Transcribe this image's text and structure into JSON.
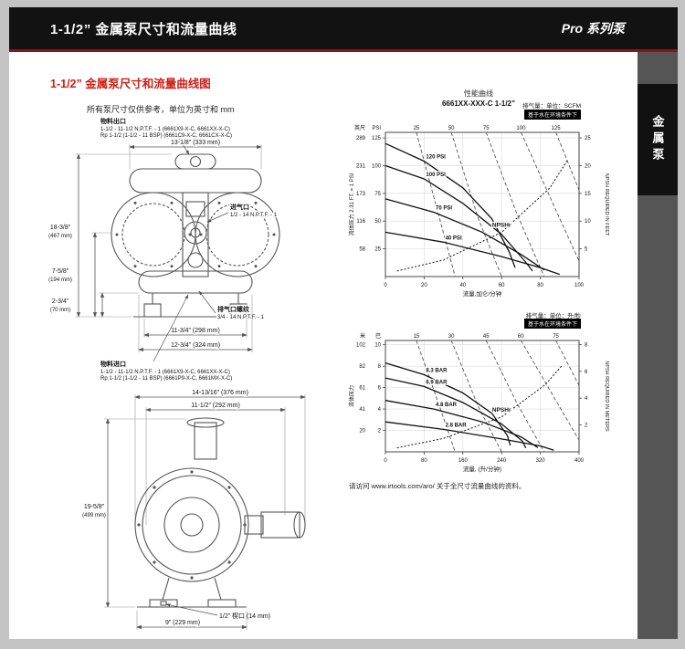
{
  "header": {
    "title": "1-1/2” 金属泵尺寸和流量曲线",
    "series": "Pro 系列泵"
  },
  "side_tab": {
    "label": "金属泵"
  },
  "section": {
    "heading": "1-1/2” 金属泵尺寸和流量曲线图",
    "note": "所有泵尺寸仅供参考，单位为英寸和 mm",
    "footer_note": "请访问 www.irtools.com/aro/ 关于全尺寸流量曲线的资料。"
  },
  "diagram_front": {
    "callout_outlet_title": "物料出口",
    "callout_outlet_line1": "1-1/2 - 11-1/2 N.P.T.F. - 1 (6661X9-X-C, 6661XX-X-C)",
    "callout_outlet_line2": "Rp 1-1/2 (1-1/2 - 11 BSP) (6661C9-X-C, 6661CX-X-C)",
    "dim_top": "13-1/8” (333 mm)",
    "dim_height_in": "18-3/8”",
    "dim_height_mm": "(467 mm)",
    "dim_mid_in": "7-5/8”",
    "dim_mid_mm": "(194 mm)",
    "dim_low_in": "2-3/4”",
    "dim_low_mm": "(70 mm)",
    "callout_air_title": "进气口",
    "callout_air_spec": "1/2 - 14 N.P.T.F. - 1",
    "callout_exhaust_title": "排气口螺纹",
    "callout_exhaust_spec": "3/4 - 14 N.P.T.F. - 1",
    "dim_width1": "11-3/4” (298 mm)",
    "dim_width2": "12-3/4” (324 mm)",
    "callout_inlet_title": "物料进口",
    "callout_inlet_line1": "1-1/2 - 11-1/2 N.P.T.F. - 1 (6661X9-X-C, 6661XX-X-C)",
    "callout_inlet_line2": "Rp 1-1/2 (1-1/2 - 11 BSP) (6661P9-X-C, 6661MX-X-C)"
  },
  "diagram_side": {
    "dim_top": "14-13/16” (376 mm)",
    "dim_inner": "11-1/2” (292 mm)",
    "dim_height_in": "19-5/8”",
    "dim_height_mm": "(499 mm)",
    "callout_plug": "1/2” 楔口 (14 mm)",
    "dim_base": "9” (229 mm)"
  },
  "chart_data": [
    {
      "type": "line",
      "title": "性能曲线",
      "model": "6661XX-XXX-C  1-1/2”",
      "flow_unit_note": "排气量：单位：SCFM",
      "badge": "基于水在环境条件下",
      "x": {
        "label": "流量,加仑/分钟",
        "min": 0,
        "max": 100,
        "ticks": [
          0,
          20,
          40,
          60,
          80,
          100
        ]
      },
      "y": {
        "label": "流体压力 2.31 FT. = 1 PSI",
        "units": [
          "英尺",
          "PSI"
        ],
        "min": 0,
        "max": 130,
        "ticks": [
          {
            "v": 25,
            "alt": "58"
          },
          {
            "v": 50,
            "alt": "116"
          },
          {
            "v": 75,
            "alt": "173"
          },
          {
            "v": 100,
            "alt": "231"
          },
          {
            "v": 125,
            "alt": "289"
          }
        ]
      },
      "right": {
        "label": "NPSH REQUIRED IN FEET",
        "min": 0,
        "max": 26,
        "ticks": [
          5,
          10,
          15,
          20,
          25
        ]
      },
      "series": [
        {
          "label": "120 PSI",
          "pts": [
            [
              0,
              120
            ],
            [
              20,
              104
            ],
            [
              40,
              80
            ],
            [
              55,
              52
            ],
            [
              64,
              22
            ],
            [
              67,
              8
            ]
          ]
        },
        {
          "label": "100 PSI",
          "pts": [
            [
              0,
              100
            ],
            [
              20,
              88
            ],
            [
              40,
              66
            ],
            [
              60,
              38
            ],
            [
              72,
              14
            ],
            [
              76,
              5
            ]
          ]
        },
        {
          "label": "70 PSI",
          "pts": [
            [
              0,
              70
            ],
            [
              25,
              58
            ],
            [
              50,
              40
            ],
            [
              70,
              20
            ],
            [
              82,
              6
            ]
          ]
        },
        {
          "label": "40 PSI",
          "pts": [
            [
              0,
              40
            ],
            [
              30,
              31
            ],
            [
              60,
              18
            ],
            [
              80,
              8
            ],
            [
              90,
              2
            ]
          ]
        }
      ],
      "air_lines": [
        {
          "label": "25",
          "pts": [
            [
              16,
              130
            ],
            [
              28,
              52
            ],
            [
              36,
              0
            ]
          ]
        },
        {
          "label": "50",
          "pts": [
            [
              34,
              130
            ],
            [
              48,
              52
            ],
            [
              60,
              0
            ]
          ]
        },
        {
          "label": "75",
          "pts": [
            [
              52,
              130
            ],
            [
              68,
              56
            ],
            [
              82,
              0
            ]
          ]
        },
        {
          "label": "100",
          "pts": [
            [
              70,
              130
            ],
            [
              88,
              60
            ],
            [
              100,
              14
            ]
          ]
        },
        {
          "label": "125",
          "pts": [
            [
              88,
              130
            ],
            [
              100,
              78
            ]
          ]
        }
      ],
      "npsh": {
        "label": "NPSHr",
        "pts": [
          [
            6,
            1
          ],
          [
            30,
            3
          ],
          [
            60,
            8
          ],
          [
            85,
            16
          ],
          [
            94,
            21
          ]
        ]
      }
    },
    {
      "type": "line",
      "title": "",
      "model": "",
      "flow_unit_note": "排气量：单位：升/秒",
      "badge": "基于水在环境条件下",
      "x": {
        "label": "流量, (升/分钟)",
        "min": 0,
        "max": 400,
        "ticks": [
          0,
          80,
          160,
          240,
          320,
          400
        ]
      },
      "y": {
        "label": "流体压力",
        "units": [
          "米",
          "巴"
        ],
        "min": 0,
        "max": 10.4,
        "ticks": [
          {
            "v": 2,
            "alt": "20"
          },
          {
            "v": 4,
            "alt": "41"
          },
          {
            "v": 6,
            "alt": "61"
          },
          {
            "v": 8,
            "alt": "82"
          },
          {
            "v": 10,
            "alt": "102"
          }
        ]
      },
      "right": {
        "label": "NPSH REQUIRED IN METERS",
        "min": 0,
        "max": 8.3,
        "ticks": [
          2,
          4,
          6,
          8
        ]
      },
      "series": [
        {
          "label": "8.3 BAR",
          "pts": [
            [
              0,
              8.3
            ],
            [
              80,
              7.2
            ],
            [
              160,
              5.5
            ],
            [
              220,
              3.6
            ],
            [
              252,
              1.5
            ],
            [
              258,
              0.6
            ]
          ]
        },
        {
          "label": "6.9 BAR",
          "pts": [
            [
              0,
              6.9
            ],
            [
              80,
              6.1
            ],
            [
              160,
              4.6
            ],
            [
              240,
              2.6
            ],
            [
              283,
              1.0
            ],
            [
              290,
              0.35
            ]
          ]
        },
        {
          "label": "4.8 BAR",
          "pts": [
            [
              0,
              4.8
            ],
            [
              100,
              4.0
            ],
            [
              200,
              2.8
            ],
            [
              280,
              1.4
            ],
            [
              315,
              0.4
            ]
          ]
        },
        {
          "label": "2.8 BAR",
          "pts": [
            [
              0,
              2.8
            ],
            [
              120,
              2.1
            ],
            [
              240,
              1.2
            ],
            [
              320,
              0.55
            ],
            [
              348,
              0.15
            ]
          ]
        }
      ],
      "air_lines": [
        {
          "label": "15",
          "pts": [
            [
              64,
              10.4
            ],
            [
              112,
              4.2
            ],
            [
              144,
              0
            ]
          ]
        },
        {
          "label": "30",
          "pts": [
            [
              136,
              10.4
            ],
            [
              192,
              4.2
            ],
            [
              240,
              0
            ]
          ]
        },
        {
          "label": "45",
          "pts": [
            [
              208,
              10.4
            ],
            [
              272,
              4.5
            ],
            [
              328,
              0
            ]
          ]
        },
        {
          "label": "60",
          "pts": [
            [
              280,
              10.4
            ],
            [
              352,
              4.8
            ],
            [
              400,
              1.1
            ]
          ]
        },
        {
          "label": "75",
          "pts": [
            [
              352,
              10.4
            ],
            [
              400,
              6.2
            ]
          ]
        }
      ],
      "npsh": {
        "label": "NPSHr",
        "pts": [
          [
            24,
            0.3
          ],
          [
            120,
            1.0
          ],
          [
            240,
            2.6
          ],
          [
            330,
            5.0
          ],
          [
            364,
            6.4
          ]
        ]
      }
    }
  ]
}
